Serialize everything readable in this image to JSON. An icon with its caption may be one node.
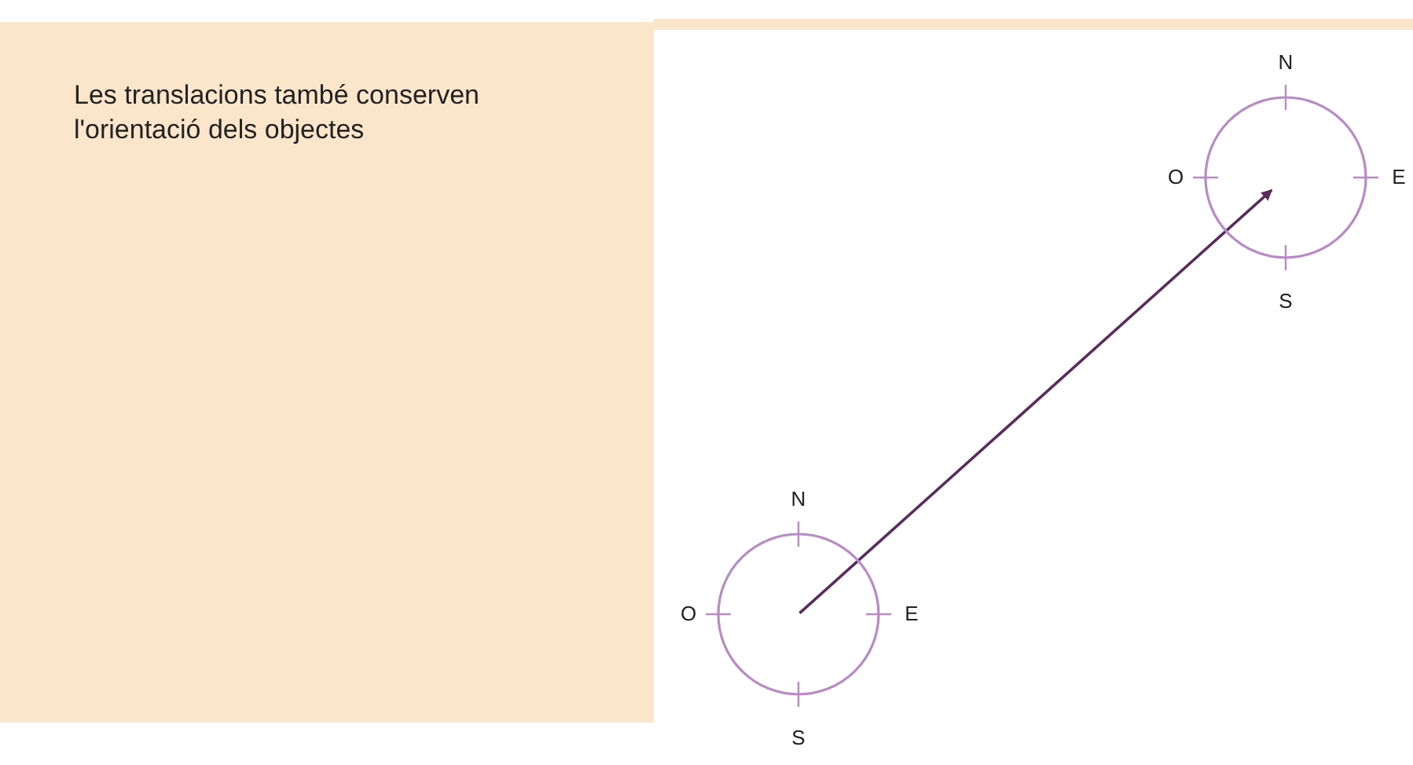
{
  "diagram": {
    "nodes": [
      {
        "text": [],
        "shape": "circle",
        "beside": [
          "N",
          "O",
          "E",
          "S"
        ]
      },
      {
        "text": [],
        "shape": "circle",
        "beside": [
          "N",
          "O",
          "E",
          "S"
        ]
      }
    ],
    "edges": [
      {
        "from": 0,
        "to": 1,
        "arrow": "to"
      }
    ],
    "labels": [
      "Les translacions també conserven l'orientació dels objectes"
    ]
  }
}
